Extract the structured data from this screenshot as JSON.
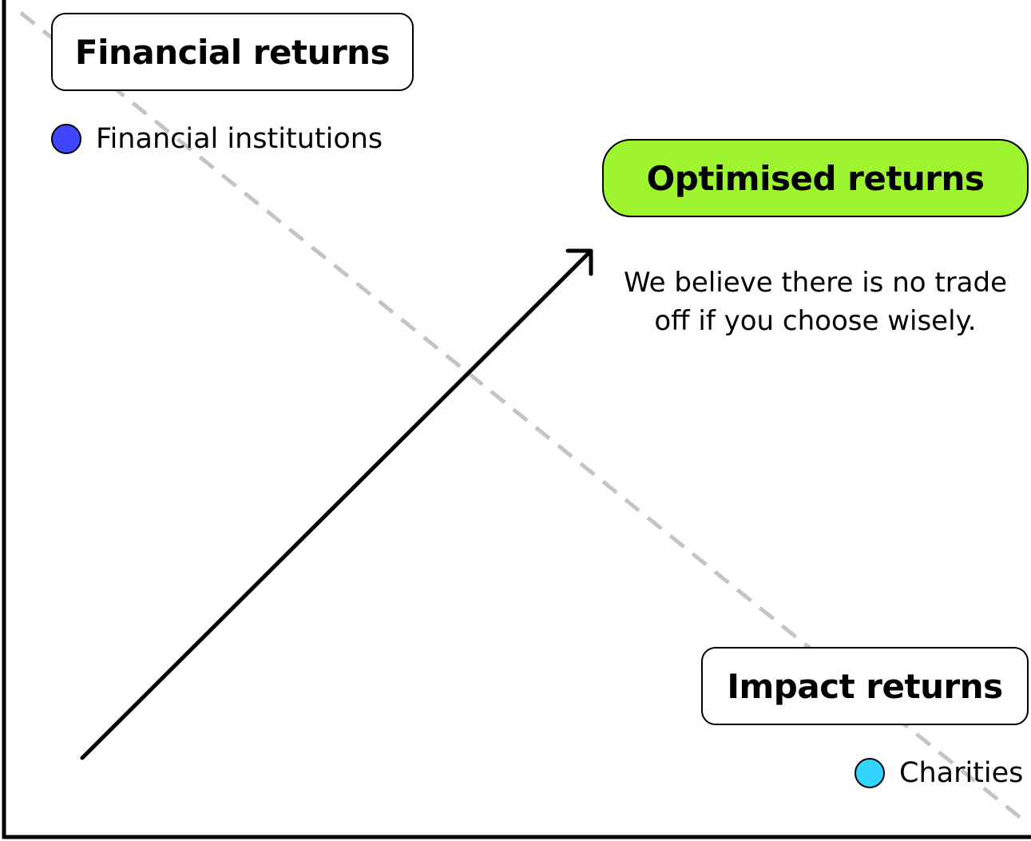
{
  "labels": {
    "financial_returns": "Financial returns",
    "optimised_returns": "Optimised returns",
    "impact_returns": "Impact returns"
  },
  "legend": {
    "financial_institutions": {
      "label": "Financial institutions",
      "color": "#4046ff"
    },
    "charities": {
      "label": "Charities",
      "color": "#33d4ff"
    }
  },
  "caption": {
    "line1": "We believe there is no trade",
    "line2": "off if you choose wisely."
  },
  "colors": {
    "optimised_highlight": "#9ef52f",
    "tradeoff_line": "#c4c4c4",
    "axes": "#000000",
    "arrow": "#000000"
  }
}
